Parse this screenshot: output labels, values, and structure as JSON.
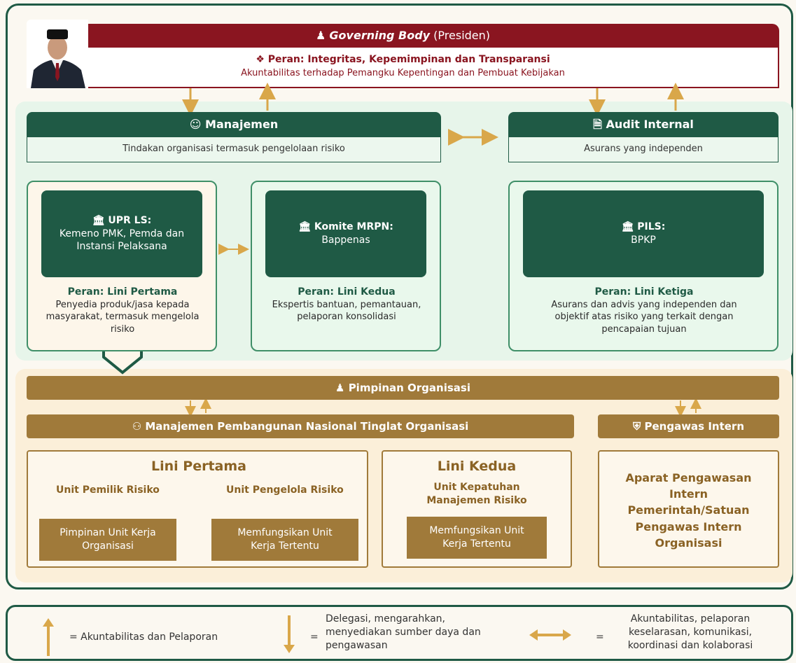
{
  "governing_body": {
    "title": "Governing Body",
    "subtitle": "(Presiden)",
    "role": "Peran: Integritas, Kepemimpinan dan Transparansi",
    "description": "Akuntabilitas terhadap Pemangku Kepentingan dan Pembuat Kebijakan"
  },
  "manajemen": {
    "title": "Manajemen",
    "description": "Tindakan organisasi termasuk pengelolaan risiko"
  },
  "audit_internal": {
    "title": "Audit Internal",
    "description": "Asurans yang independen"
  },
  "upr": {
    "title": "UPR LS:",
    "body": "Kemeno PMK, Pemda dan Instansi Pelaksana",
    "role": "Peran: Lini Pertama",
    "role_desc": "Penyedia produk/jasa kepada masyarakat, termasuk mengelola risiko"
  },
  "komite": {
    "title": "Komite MRPN:",
    "body": "Bappenas",
    "role": "Peran: Lini Kedua",
    "role_desc": "Ekspertis bantuan, pemantauan, pelaporan konsolidasi"
  },
  "pils": {
    "title": "PILS:",
    "body": "BPKP",
    "role": "Peran: Lini Ketiga",
    "role_desc": "Asurans dan advis yang independen dan objektif atas risiko yang terkait dengan pencapaian tujuan"
  },
  "pimpinan": {
    "title": "Pimpinan Organisasi"
  },
  "mpn": {
    "title": "Manajemen Pembangunan Nasional Tinglat Organisasi"
  },
  "pengawas": {
    "title": "Pengawas Intern"
  },
  "lini_pertama": {
    "title": "Lini Pertama",
    "unit_pemilik": "Unit Pemilik Risiko",
    "unit_pengelola": "Unit Pengelola Risiko",
    "box1": "Pimpinan Unit Kerja Organisasi",
    "box2": "Memfungsikan Unit Kerja Tertentu"
  },
  "lini_kedua": {
    "title": "Lini Kedua",
    "subtitle": "Unit Kepatuhan Manajemen Risiko",
    "box": "Memfungsikan Unit Kerja Tertentu"
  },
  "apip": {
    "text": "Aparat Pengawasan Intern Pemerintah/Satuan Pengawas Intern Organisasi"
  },
  "legend": {
    "up": "= Akuntabilitas dan Pelaporan",
    "down_eq": "=",
    "down": "Delegasi, mengarahkan, menyediakan sumber daya dan pengawasan",
    "both_eq": "=",
    "both": "Akuntabilitas, pelaporan keselarasan, komunikasi, koordinasi dan kolaborasi"
  },
  "colors": {
    "green": "#1f5a45",
    "maroon": "#8a1520",
    "gold": "#a07a3a",
    "arrow": "#d9a74a"
  }
}
